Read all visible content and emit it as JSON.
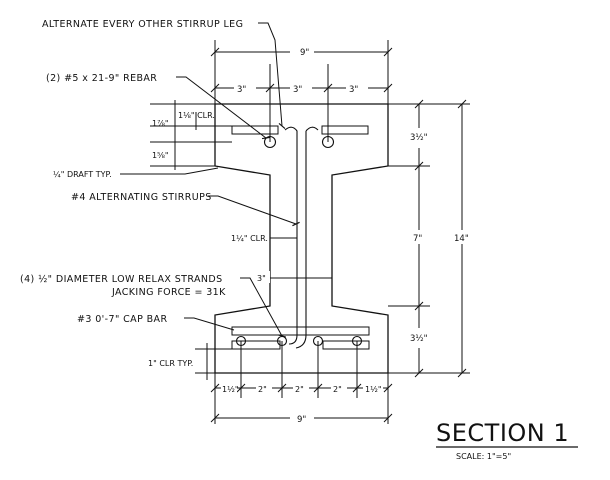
{
  "annotations": {
    "alternate_stirrup": "ALTERNATE EVERY OTHER STIRRUP LEG",
    "rebar": "(2)  #5 x 21-9\" REBAR",
    "draft": "¼\" DRAFT TYP.",
    "stirrups": "#4 ALTERNATING STIRRUPS",
    "strands_line1": "(4)  ½\" DIAMETER LOW RELAX STRANDS",
    "strands_line2": "JACKING FORCE = 31K",
    "cap_bar": "#3 0'-7\" CAP BAR",
    "clr_typ": "1\" CLR TYP."
  },
  "dimensions": {
    "top_width": "9\"",
    "top_seg_1": "3\"",
    "top_seg_2": "3\"",
    "top_seg_3": "3\"",
    "top_cover_1": "1⅞\"",
    "top_clr": "1⅛\" CLR.",
    "flange_step": "1⅝\"",
    "web_clr": "1¼\" CLR.",
    "web_width": "3\"",
    "right_top": "3½\"",
    "right_mid": "7\"",
    "right_bot": "3½\"",
    "total_height": "14\"",
    "bot_seg_1": "1½\"",
    "bot_seg_2": "2\"",
    "bot_seg_3": "2\"",
    "bot_seg_4": "2\"",
    "bot_seg_5": "1½\"",
    "bottom_width": "9\""
  },
  "title": {
    "heading": "SECTION 1",
    "scale": "SCALE: 1\"=5\""
  }
}
